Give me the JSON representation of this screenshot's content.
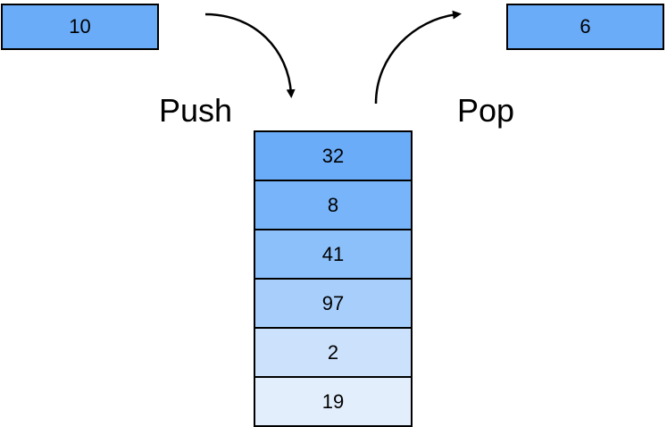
{
  "push": {
    "label": "Push",
    "item": "10"
  },
  "pop": {
    "label": "Pop",
    "item": "6"
  },
  "stack": {
    "items": [
      "32",
      "8",
      "41",
      "97",
      "2",
      "19"
    ],
    "colors": [
      "#6aacf8",
      "#78b4f9",
      "#8cc0fa",
      "#a8cffb",
      "#cce2fc",
      "#e3eefd"
    ]
  },
  "colors": {
    "push_item": "#6aacf8",
    "pop_item": "#6aacf8",
    "outline": "#000000"
  }
}
